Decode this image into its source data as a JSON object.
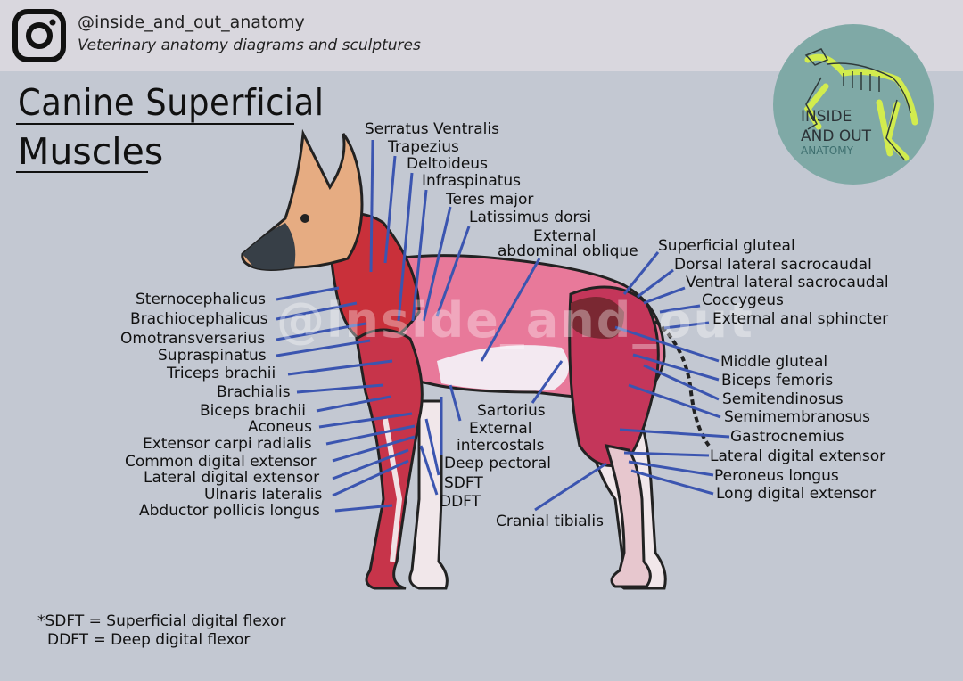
{
  "header": {
    "handle": "@inside_and_out_anatomy",
    "tagline": "Veterinary anatomy diagrams and sculptures",
    "icon": "instagram-icon"
  },
  "title": {
    "line1": "Canine Superficial",
    "line2": "Muscles"
  },
  "logo": {
    "line1": "INSIDE",
    "line2": "AND OUT",
    "line3": "ANATOMY",
    "circle_color": "#7fa9a6",
    "accent_color": "#d7f04a"
  },
  "watermark": "@inside_and_out",
  "labels": {
    "top": [
      "Serratus Ventralis",
      "Trapezius",
      "Deltoideus",
      "Infraspinatus",
      "Teres major",
      "Latissimus dorsi",
      "External",
      "abdominal oblique"
    ],
    "left": [
      "Sternocephalicus",
      "Brachiocephalicus",
      "Omotransversarius",
      "Supraspinatus",
      "Triceps brachii",
      "Brachialis",
      "Biceps brachii",
      "Aconeus",
      "Extensor carpi radialis",
      "Common digital extensor",
      "Lateral digital extensor",
      "Ulnaris lateralis",
      "Abductor pollicis longus"
    ],
    "middle": [
      "Sartorius",
      "External",
      "intercostals",
      "Deep pectoral",
      "SDFT",
      "DDFT",
      "Cranial tibialis"
    ],
    "right": [
      "Superficial gluteal",
      "Dorsal lateral sacrocaudal",
      "Ventral lateral sacrocaudal",
      "Coccygeus",
      "External anal sphincter",
      "Middle gluteal",
      "Biceps femoris",
      "Semitendinosus",
      "Semimembranosus",
      "Gastrocnemius",
      "Lateral digital extensor",
      "Peroneus longus",
      "Long digital extensor"
    ]
  },
  "footnotes": {
    "sdft": "*SDFT = Superficial digital flexor",
    "ddft": "DDFT = Deep digital flexor"
  },
  "colors": {
    "leader_line": "#3b55b0",
    "muscle_red": "#c9303a",
    "muscle_pink": "#e5728d",
    "background": "#c3c8d2"
  }
}
